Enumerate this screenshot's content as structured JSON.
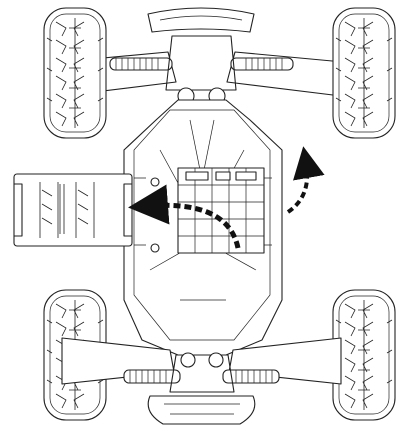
{
  "diagram": {
    "subject": "rc-monster-truck-chassis-top-view",
    "components": {
      "wheels": [
        "front-left",
        "front-right",
        "rear-left",
        "rear-right"
      ],
      "chassis": "chassis-plate",
      "cover": "battery-cover-plate",
      "bumpers": [
        "front-bumper",
        "rear-bumper"
      ],
      "shocks": [
        "front-left",
        "front-right",
        "rear-left",
        "rear-right"
      ]
    },
    "arrows": [
      {
        "id": "lift-arrow",
        "icon": "curved-dashed-arrow-icon",
        "direction": "up"
      },
      {
        "id": "slide-out-arrow",
        "icon": "curved-dashed-arrow-icon",
        "direction": "left"
      }
    ],
    "colors": {
      "line": "#222222",
      "background": "#ffffff",
      "arrow": "#111111"
    }
  }
}
